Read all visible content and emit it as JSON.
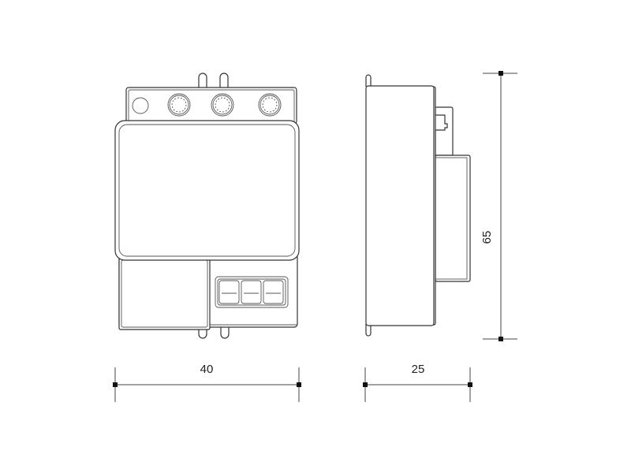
{
  "dimensions": {
    "width_label": "40",
    "depth_label": "25",
    "height_label": "65"
  },
  "colors": {
    "line": "#333333",
    "background": "#ffffff"
  }
}
